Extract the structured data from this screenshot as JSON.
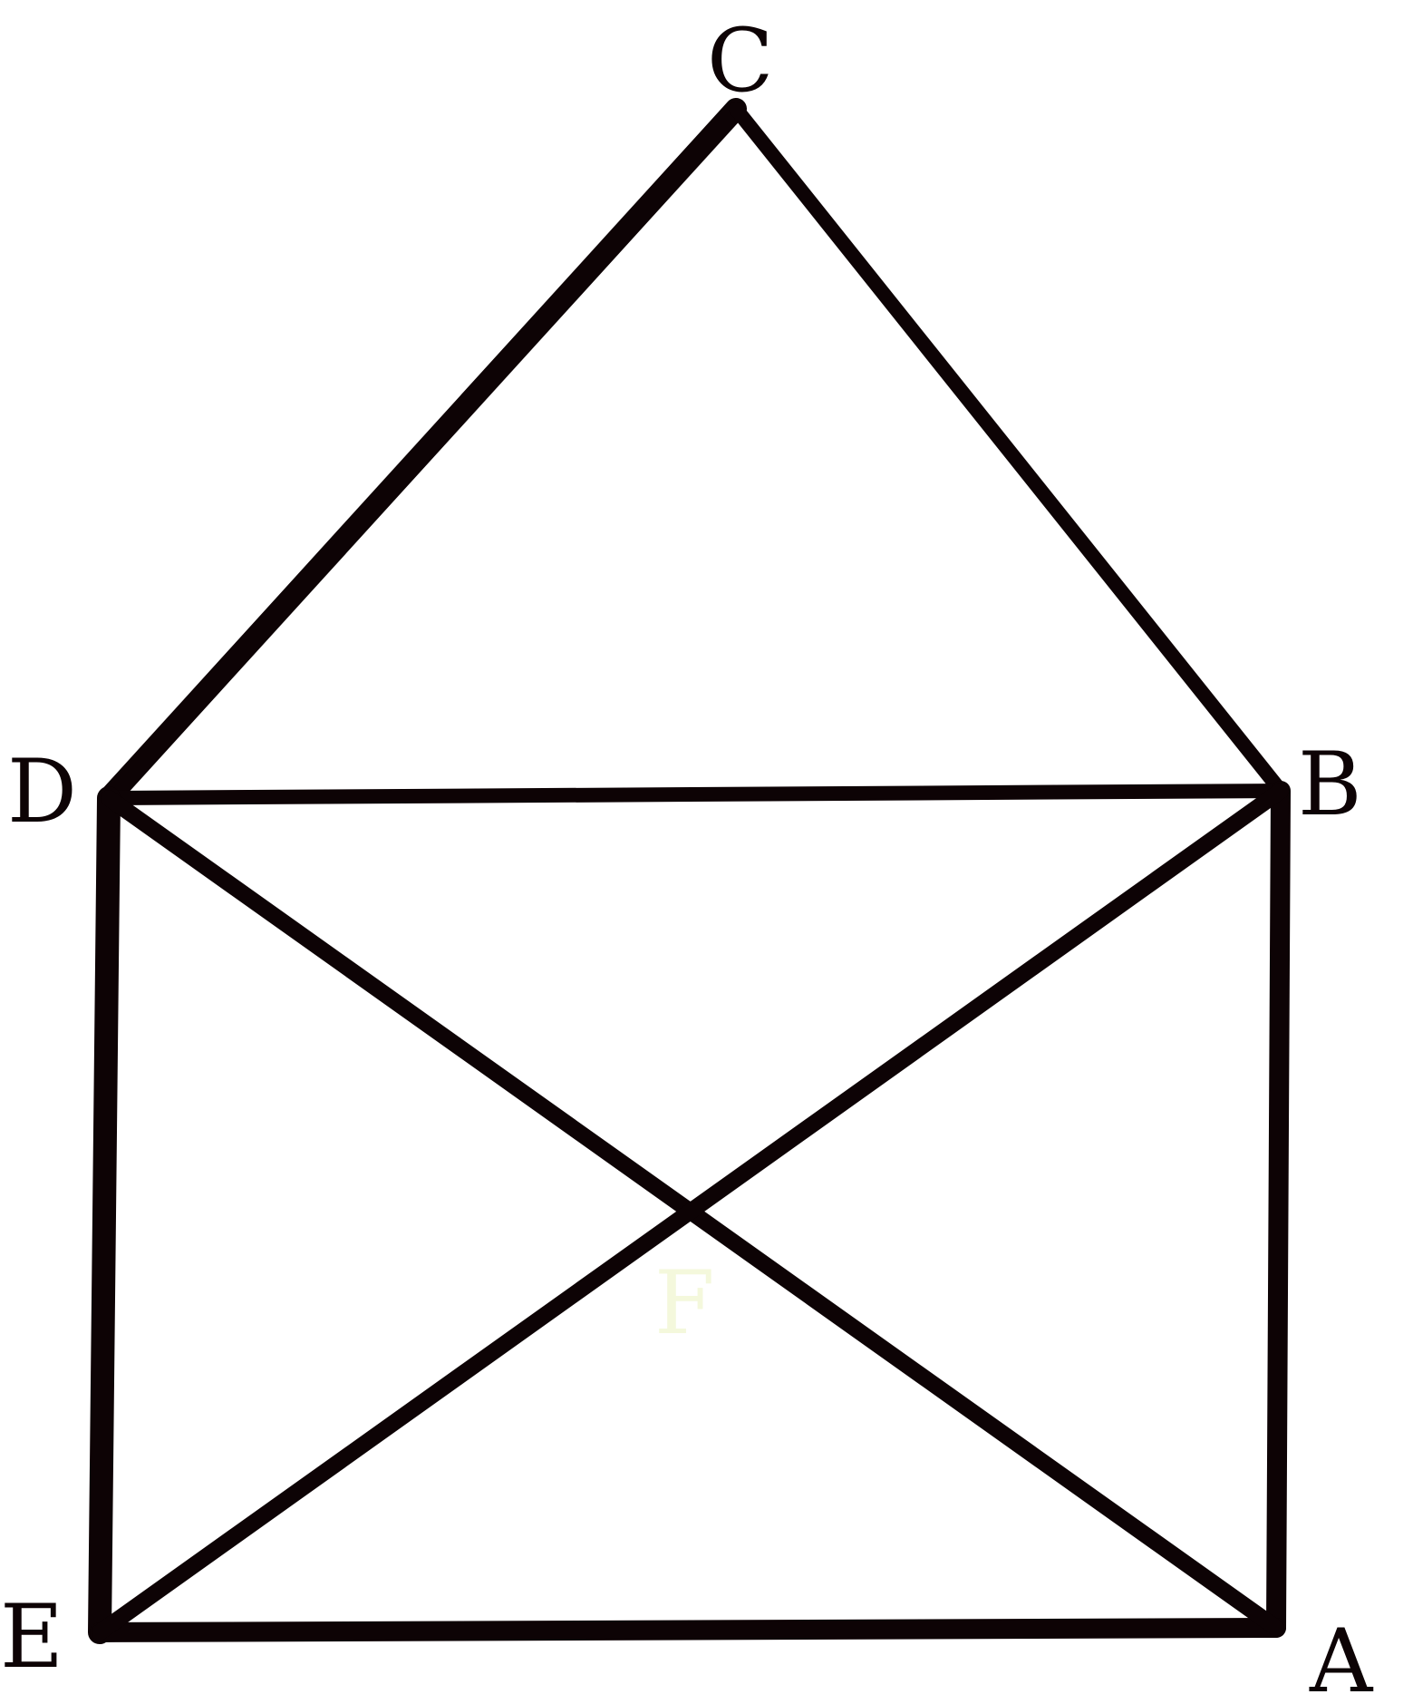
{
  "diagram": {
    "line_color": "#0d0305",
    "label_color": "#0d0305",
    "hidden_label_color": "#f4f8dc",
    "background": "#ffffff",
    "vertices": [
      {
        "id": "A",
        "label": "A"
      },
      {
        "id": "B",
        "label": "B"
      },
      {
        "id": "C",
        "label": "C"
      },
      {
        "id": "D",
        "label": "D"
      },
      {
        "id": "E",
        "label": "E"
      },
      {
        "id": "F",
        "label": "F"
      }
    ],
    "edges": [
      {
        "from": "D",
        "to": "C"
      },
      {
        "from": "C",
        "to": "B"
      },
      {
        "from": "D",
        "to": "B"
      },
      {
        "from": "D",
        "to": "E"
      },
      {
        "from": "B",
        "to": "A"
      },
      {
        "from": "E",
        "to": "A"
      },
      {
        "from": "D",
        "to": "A"
      },
      {
        "from": "E",
        "to": "B"
      }
    ]
  }
}
